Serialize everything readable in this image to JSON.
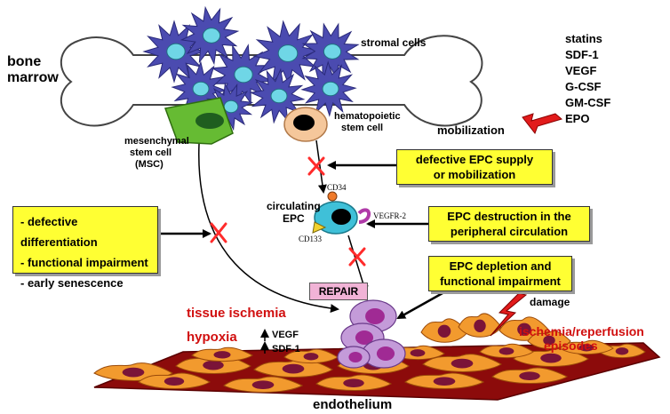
{
  "labels": {
    "bone_marrow": "bone\nmarrow",
    "stromal_cells": "stromal cells",
    "mobilizers": [
      "statins",
      "SDF-1",
      "VEGF",
      "G-CSF",
      "GM-CSF",
      "EPO"
    ],
    "mobilization": "mobilization",
    "hematopoietic_stem_cell": "hematopoietic\nstem cell",
    "msc": "mesenchymal\nstem cell\n(MSC)",
    "circulating_epc": "circulating\nEPC",
    "cd34": "CD34",
    "cd133": "CD133",
    "vegfr2": "VEGFR-2",
    "tissue_ischemia": "tissue ischemia",
    "hypoxia": "hypoxia",
    "vegf": "VEGF",
    "sdf1": "SDF-1",
    "damage": "damage",
    "ischemia_reperfusion": "ischemia/reperfusion\nepisodes",
    "endothelium": "endothelium"
  },
  "boxes": {
    "defective_supply": "defective EPC supply\nor mobilization",
    "epc_destruction": "EPC destruction in the\nperipheral circulation",
    "epc_depletion": "EPC depletion and\nfunctional impairment",
    "msc_defects": [
      "- defective differentiation",
      "- functional impairment",
      "- early senescence"
    ],
    "repair": "REPAIR"
  },
  "colors": {
    "stromal": "#4b4bb0",
    "stromal_nucleus": "#6fd6e6",
    "msc": "#66bb33",
    "hsc": "#f5c79b",
    "epc": "#3fc0d8",
    "endothelial_cell": "#f29a2e",
    "endothelial_nucleus": "#7a1438",
    "endothelium_base": "#8c0b0b",
    "progenitor": "#c49bd9",
    "progenitor_nucleus": "#a02a94",
    "label_red": "#d10f0f",
    "box_fill": "#ffff33",
    "block_x": "#ff2b2b"
  }
}
